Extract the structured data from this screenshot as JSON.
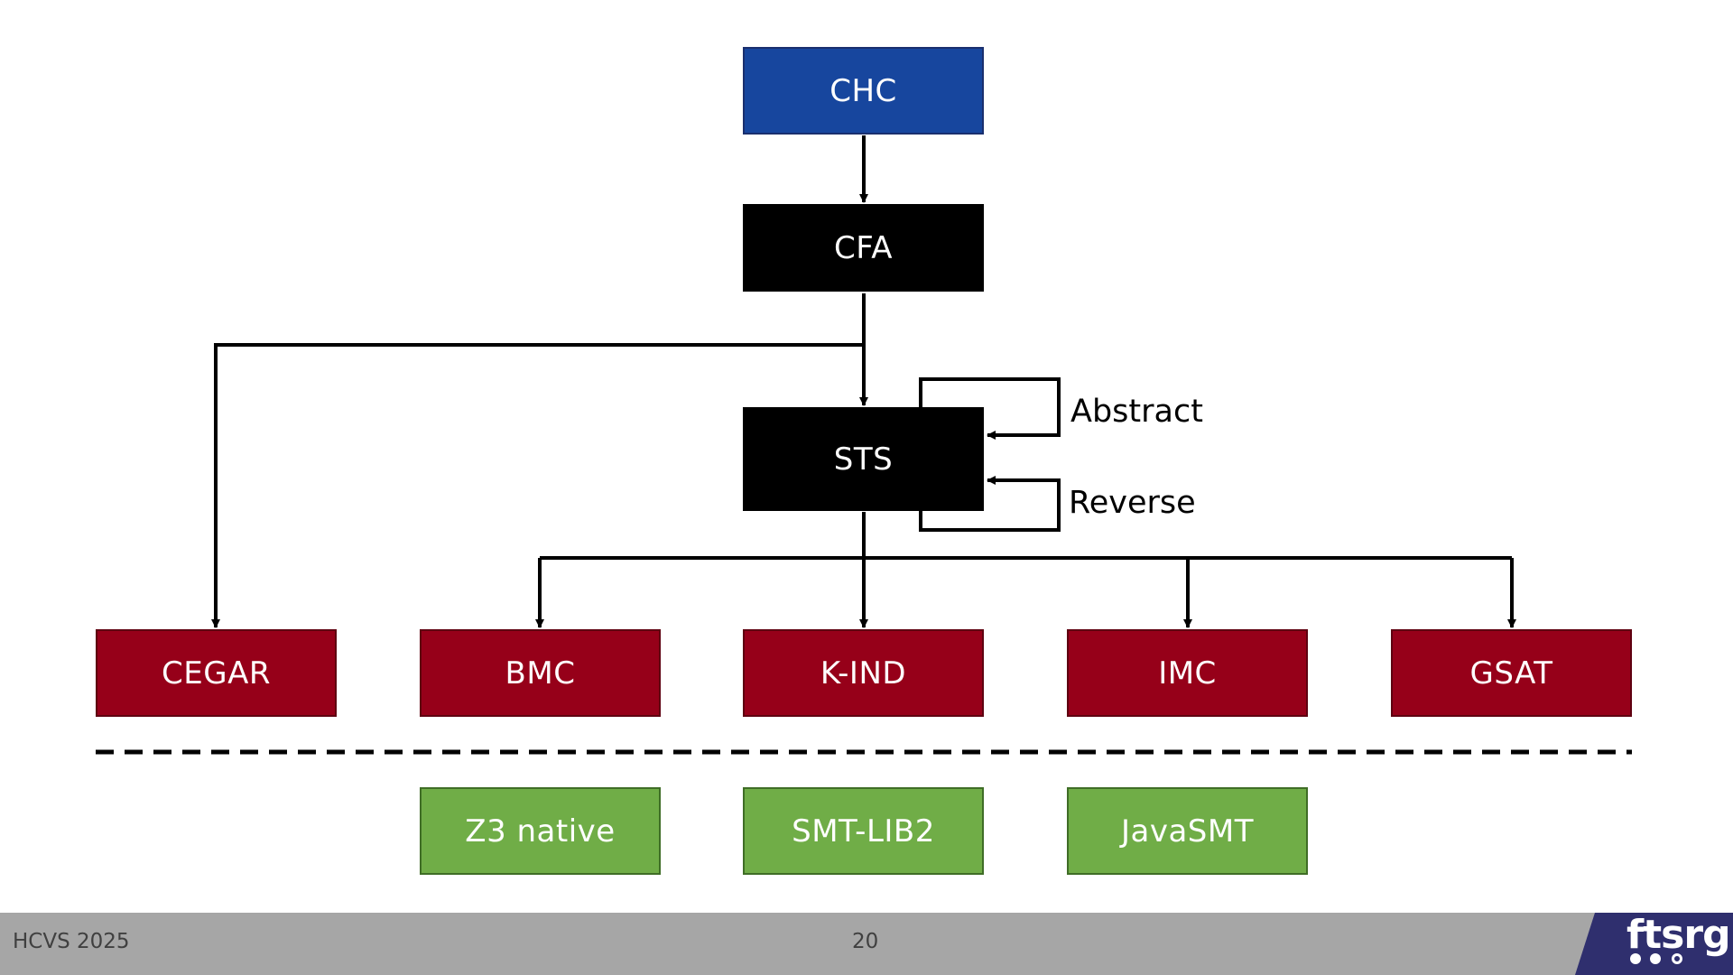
{
  "nodes": {
    "chc": "CHC",
    "cfa": "CFA",
    "sts": "STS"
  },
  "engines": [
    "CEGAR",
    "BMC",
    "K-IND",
    "IMC",
    "GSAT"
  ],
  "solvers": [
    "Z3 native",
    "SMT-LIB2",
    "JavaSMT"
  ],
  "loops": {
    "abstract": "Abstract",
    "reverse": "Reverse"
  },
  "footer": {
    "left": "HCVS 2025",
    "page_number": "20",
    "logo": "ftsrg"
  },
  "colors": {
    "chc": "#17469e",
    "cfa_sts": "#000000",
    "engine": "#960019",
    "solver": "#70ad47",
    "footer": "#a6a6a6",
    "logo": "#2f2f6e"
  }
}
